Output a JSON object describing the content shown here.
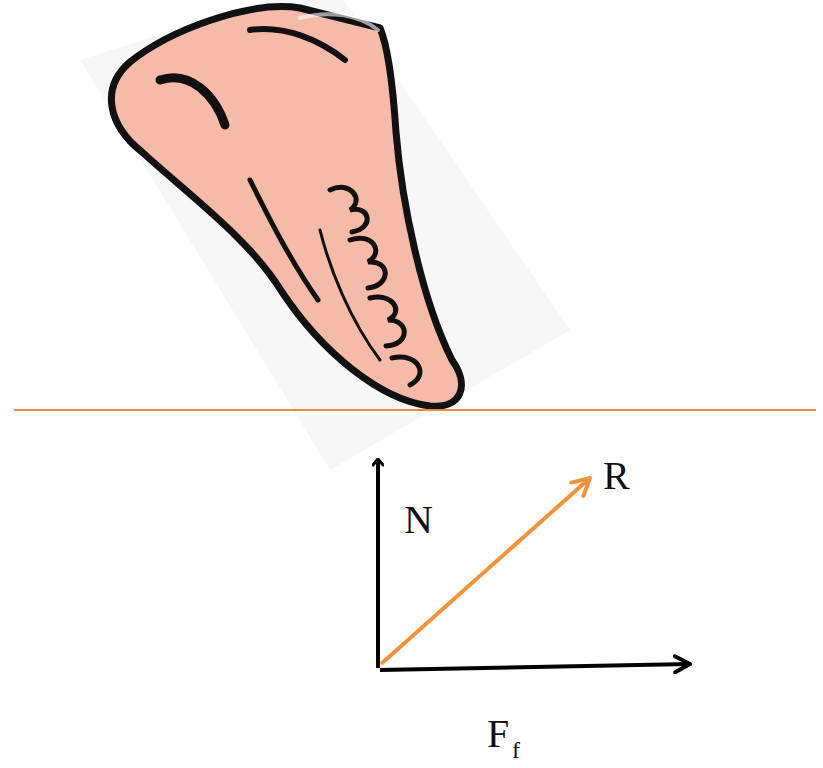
{
  "diagram": {
    "labels": [
      "N",
      "R",
      "F",
      "f"
    ]
  }
}
